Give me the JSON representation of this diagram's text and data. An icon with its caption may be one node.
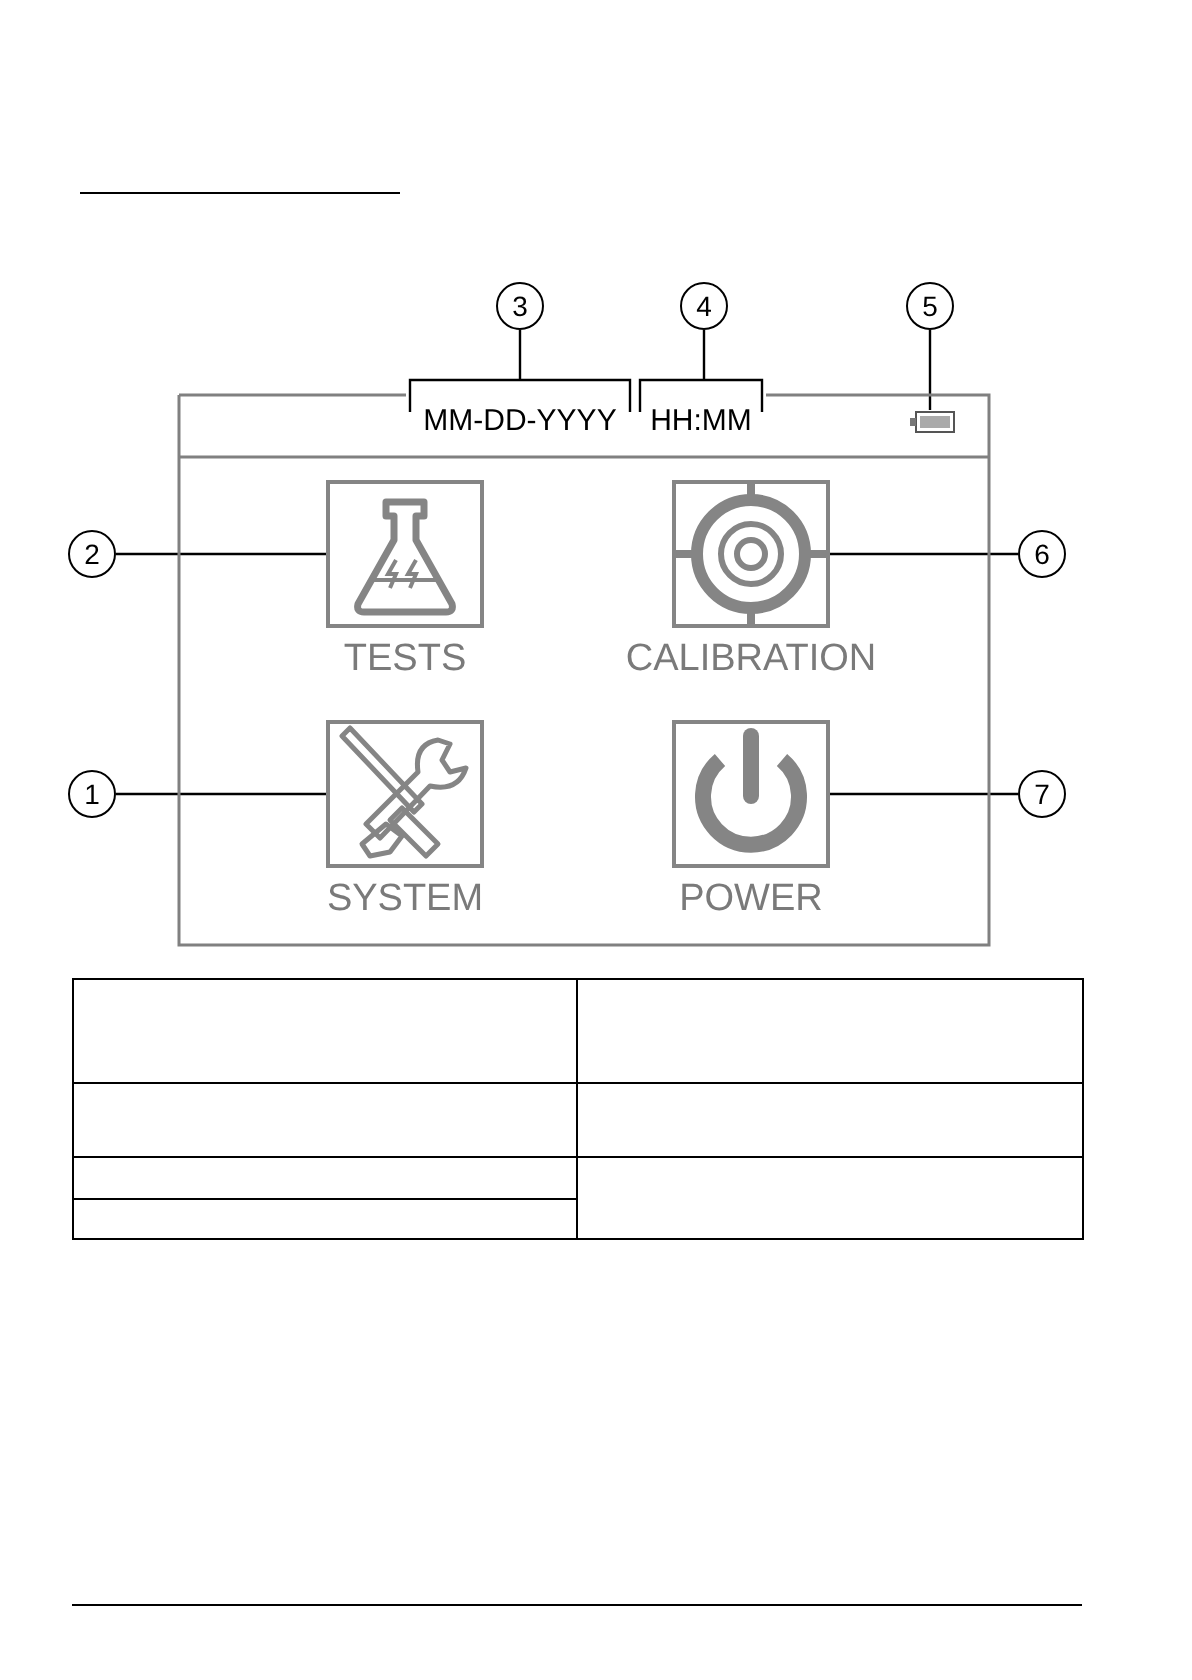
{
  "diagram": {
    "nodes": [
      {
        "text": [
          "3"
        ]
      },
      {
        "text": [
          "4"
        ]
      },
      {
        "text": [
          "5"
        ]
      },
      {
        "text": [
          "MM-DD-YYYY"
        ]
      },
      {
        "text": [
          "HH:MM"
        ]
      },
      {
        "text": [],
        "shape": "battery"
      },
      {
        "text": [
          "2"
        ]
      },
      {
        "text": [
          "TESTS"
        ]
      },
      {
        "text": [
          "CALIBRATION"
        ]
      },
      {
        "text": [
          "6"
        ]
      },
      {
        "text": [
          "1"
        ]
      },
      {
        "text": [
          "SYSTEM"
        ]
      },
      {
        "text": [
          "POWER"
        ]
      },
      {
        "text": [
          "7"
        ]
      }
    ],
    "edges": [
      {
        "from": 0,
        "to": 3,
        "arrow": "none"
      },
      {
        "from": 1,
        "to": 4,
        "arrow": "none"
      },
      {
        "from": 2,
        "to": 5,
        "arrow": "none"
      },
      {
        "from": 6,
        "to": 7,
        "arrow": "none"
      },
      {
        "from": 9,
        "to": 8,
        "arrow": "none"
      },
      {
        "from": 10,
        "to": 11,
        "arrow": "none"
      },
      {
        "from": 13,
        "to": 12,
        "arrow": "none"
      }
    ]
  }
}
